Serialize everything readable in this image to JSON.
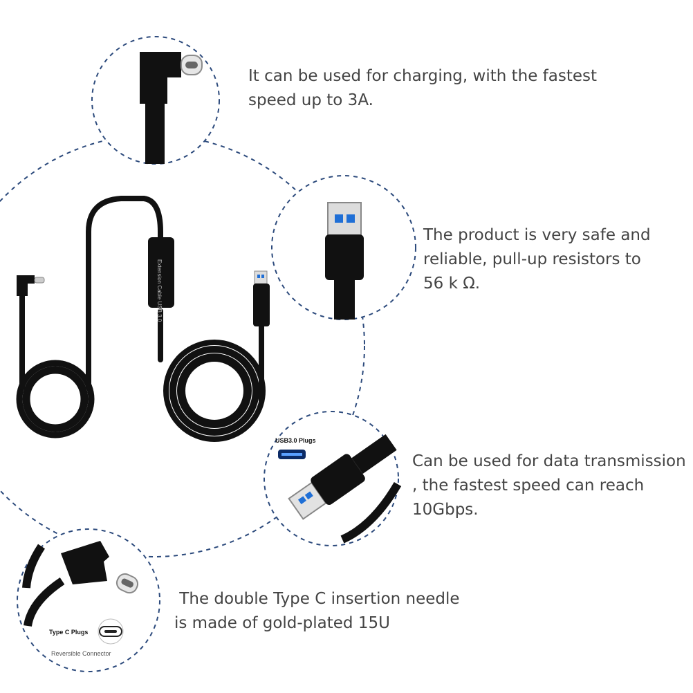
{
  "product_label": "Extension Cable USB 3.0",
  "detail_labels": {
    "usb_plug": "USB3.0 Plugs",
    "type_c_plug": "Type C Plugs",
    "reversible": "Reversible Connector"
  },
  "features": [
    {
      "lines": [
        "It can be used for charging, with the fastest",
        "speed up to 3A."
      ]
    },
    {
      "lines": [
        "The product is very safe and",
        "reliable, pull-up resistors to",
        "56 k Ω."
      ]
    },
    {
      "lines": [
        "Can be used for data transmission",
        ", the fastest speed can reach",
        "10Gbps."
      ]
    },
    {
      "lines": [
        " The double Type C insertion needle",
        "is made of gold-plated 15U"
      ]
    }
  ],
  "colors": {
    "dashed_circle": "#2c4a7c",
    "cable": "#111111",
    "text": "#444444",
    "usb_blue": "#1f6fd6"
  }
}
